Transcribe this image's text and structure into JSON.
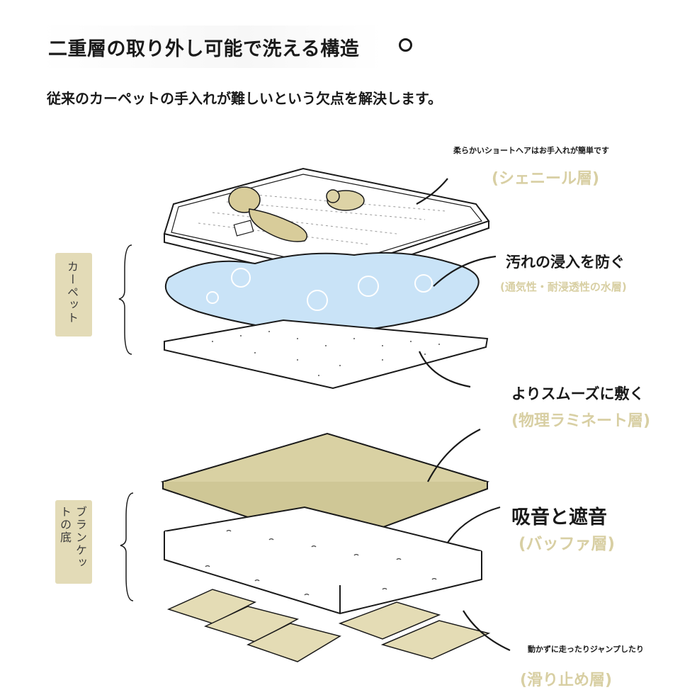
{
  "header": {
    "title": "二重層の取り外し可能で洗える構造",
    "subtitle": "従来のカーペットの手入れが難しいという欠点を解決します。"
  },
  "side_labels": [
    {
      "text": "カーペット"
    },
    {
      "text": "ブランケットの底"
    }
  ],
  "layers": [
    {
      "caption": "柔らかいショートヘアはお手入れが簡単です",
      "tag": "(シェニール層)"
    },
    {
      "caption": "汚れの浸入を防ぐ",
      "tag": "(通気性・耐浸透性の水層)"
    },
    {
      "caption": "よりスムーズに敷く",
      "tag": "(物理ラミネート層)"
    },
    {
      "caption": "吸音と遮音",
      "tag": "(バッファ層)"
    },
    {
      "caption": "動かずに走ったりジャンプしたり",
      "tag": "(滑り止め層)"
    }
  ],
  "colors": {
    "tag": "#d8cfa3",
    "side_box": "#e3dbb7",
    "water_layer": "#c9e3f7",
    "felt_layer": "#d9d1a3",
    "slat_layer": "#e4dcb5"
  }
}
